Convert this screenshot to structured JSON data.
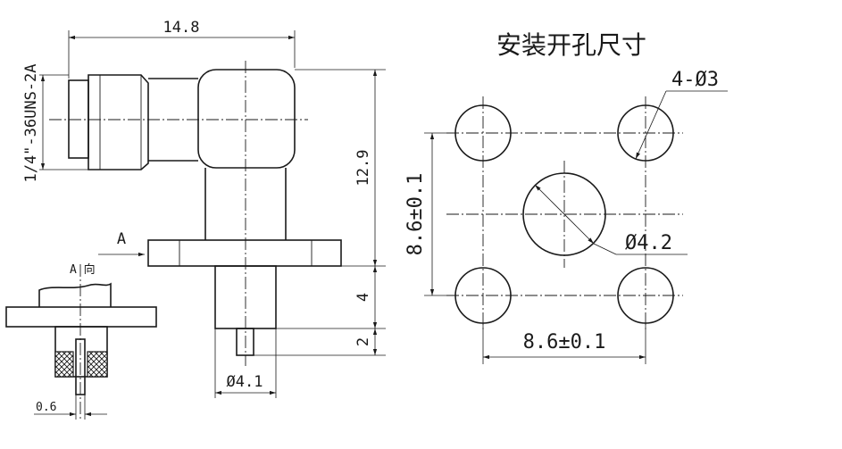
{
  "side_view": {
    "dim_width": "14.8",
    "dim_thread": "1/4\"-36UNS-2A",
    "dim_height": "12.9",
    "dim_flange_gap": "4",
    "dim_pin": "2",
    "dim_body_dia": "Ø4.1",
    "view_marker": "A"
  },
  "section_view": {
    "label": "A 向",
    "dim_pin": "0.6"
  },
  "mount_hole": {
    "title": "安装开孔尺寸",
    "dim_holes": "4-Ø3",
    "dim_center_dia": "Ø4.2",
    "dim_vertical": "8.6±0.1",
    "dim_horizontal": "8.6±0.1"
  }
}
